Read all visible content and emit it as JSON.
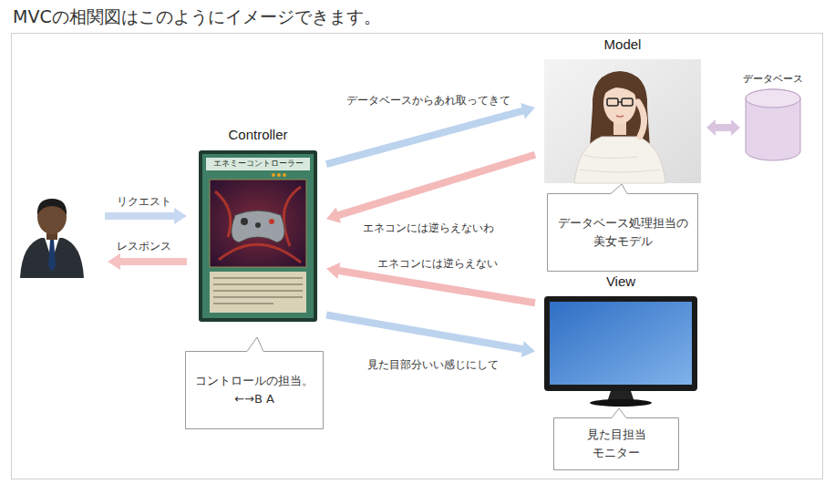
{
  "diagram": {
    "title": "MVCの相関図はこのようにイメージできます。",
    "nodes": [
      {
        "text": [
          "Model"
        ]
      },
      {
        "text": [
          "データベース"
        ]
      },
      {
        "text": [
          "Controller",
          "エネミーコントローラー"
        ]
      },
      {
        "text": [
          "データベース処理担当の 美女モデル"
        ]
      },
      {
        "text": [
          "View"
        ]
      },
      {
        "text": [
          "コントロールの担当。 ←→B A"
        ]
      },
      {
        "text": [
          "見た目担当 モニター"
        ]
      }
    ],
    "edges": [
      {
        "from": 2,
        "to": 0,
        "arrow": "to",
        "label": "データベースからあれ取ってきて"
      },
      {
        "from": 0,
        "to": 2,
        "arrow": "to",
        "label": "エネコンには逆らえないわ"
      },
      {
        "from": 0,
        "to": 1,
        "arrow": "both"
      },
      {
        "from": 4,
        "to": 2,
        "arrow": "to",
        "label": "エネコンには逆らえない"
      },
      {
        "from": 2,
        "to": 4,
        "arrow": "to",
        "label": "見た目部分いい感じにして"
      }
    ],
    "labels": [
      "リクエスト",
      "レスポンス"
    ]
  }
}
